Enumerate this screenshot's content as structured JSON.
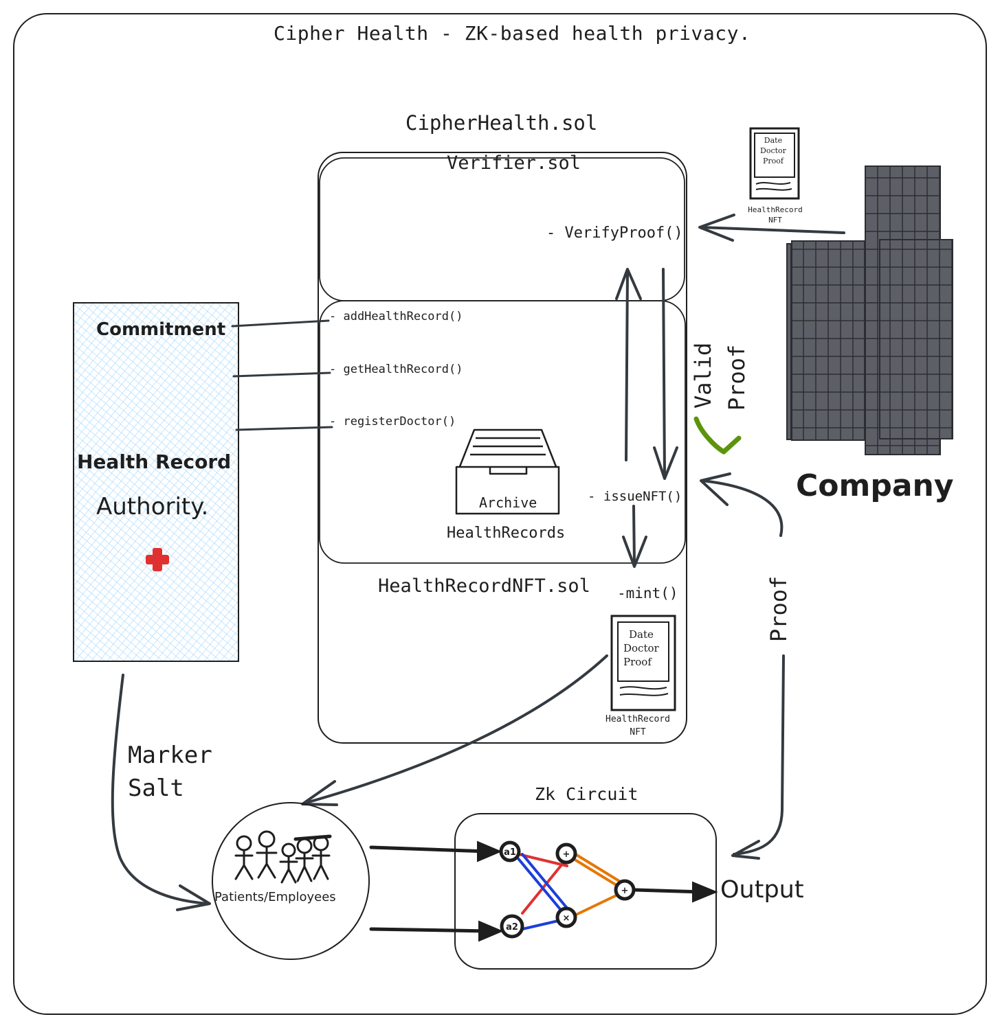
{
  "title": "Cipher Health - ZK-based health privacy.",
  "contracts": {
    "main": "CipherHealth.sol",
    "verifier": "Verifier.sol",
    "nft": "HealthRecordNFT.sol"
  },
  "functions": {
    "verify_proof": "- VerifyProof()",
    "add_record": "- addHealthRecord()",
    "get_record": "- getHealthRecord()",
    "register_doctor": "- registerDoctor()",
    "issue_nft": "- issueNFT()",
    "mint": "-mint()"
  },
  "archive": {
    "label": "Archive",
    "caption": "HealthRecords"
  },
  "authority": {
    "commitment": "Commitment",
    "name_line1": "Health Record",
    "name_line2": "Authority.",
    "icon": "red-cross-icon"
  },
  "nft_card": {
    "lines": [
      "Date",
      "Doctor",
      "Proof"
    ],
    "caption_line1": "HealthRecord",
    "caption_line2": "NFT"
  },
  "company": {
    "label": "Company",
    "icon": "office-buildings-icon"
  },
  "arrows": {
    "valid": "Valid",
    "valid_proof": "Proof",
    "proof": "Proof",
    "marker": "Marker",
    "salt": "Salt"
  },
  "people": {
    "label": "Patients/Employees",
    "icon": "people-group-icon"
  },
  "zk": {
    "title": "Zk Circuit",
    "output": "Output",
    "node_a1": "a1",
    "node_a2": "a2",
    "node_plus1": "+",
    "node_times": "×",
    "node_plus2": "+"
  },
  "colors": {
    "stroke": "#1e1e1e",
    "hatch": "#a5d8ff",
    "cross": "#e03131",
    "check": "#5c940d",
    "building": "#5c5f66",
    "wire_red": "#e03131",
    "wire_blue": "#1c3fd8",
    "wire_orange": "#e67700"
  }
}
